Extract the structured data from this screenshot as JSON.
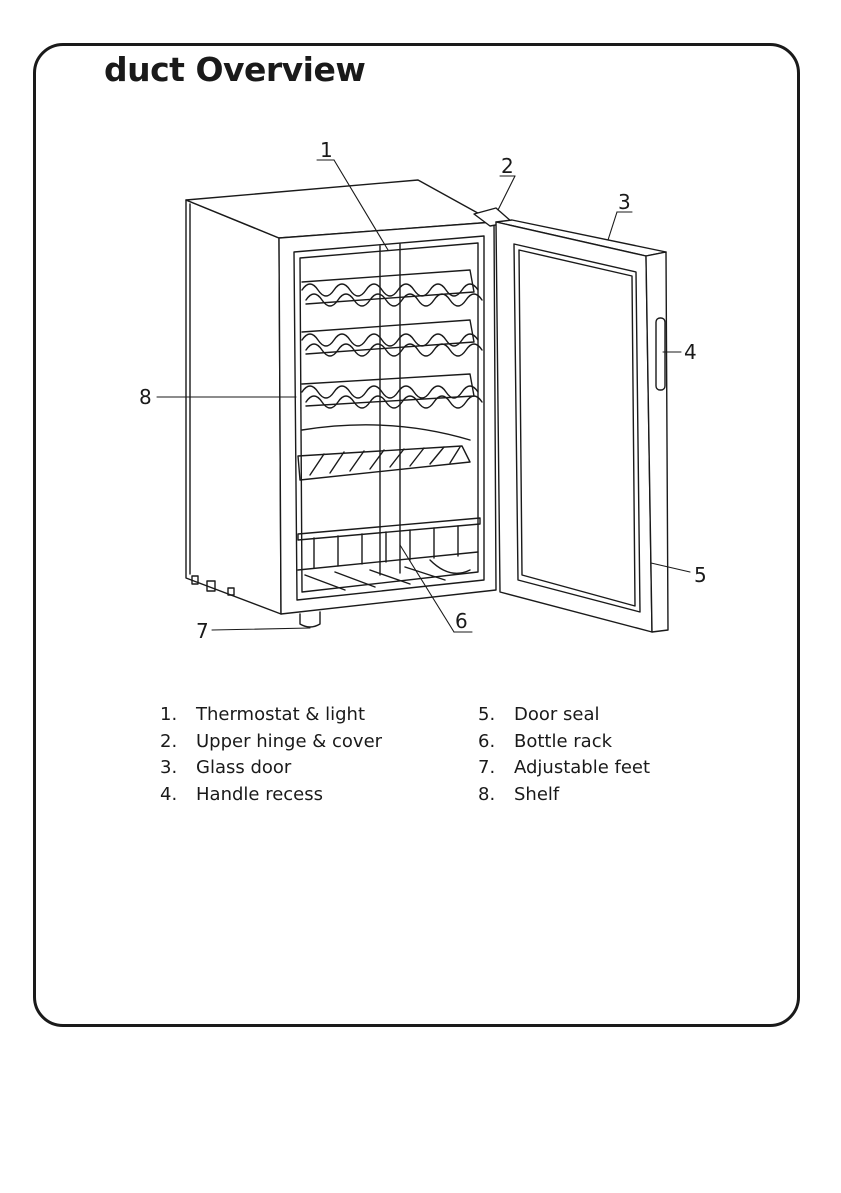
{
  "page": {
    "title": "duct Overview"
  },
  "callouts": [
    "1",
    "2",
    "3",
    "4",
    "5",
    "6",
    "7",
    "8"
  ],
  "legend": {
    "left": [
      {
        "num": "1.",
        "label": "Thermostat & light"
      },
      {
        "num": "2.",
        "label": "Upper hinge & cover"
      },
      {
        "num": "3.",
        "label": "Glass door"
      },
      {
        "num": "4.",
        "label": "Handle recess"
      }
    ],
    "right": [
      {
        "num": "5.",
        "label": "Door seal"
      },
      {
        "num": "6.",
        "label": "Bottle rack"
      },
      {
        "num": "7.",
        "label": "Adjustable feet"
      },
      {
        "num": "8.",
        "label": "Shelf"
      }
    ]
  }
}
